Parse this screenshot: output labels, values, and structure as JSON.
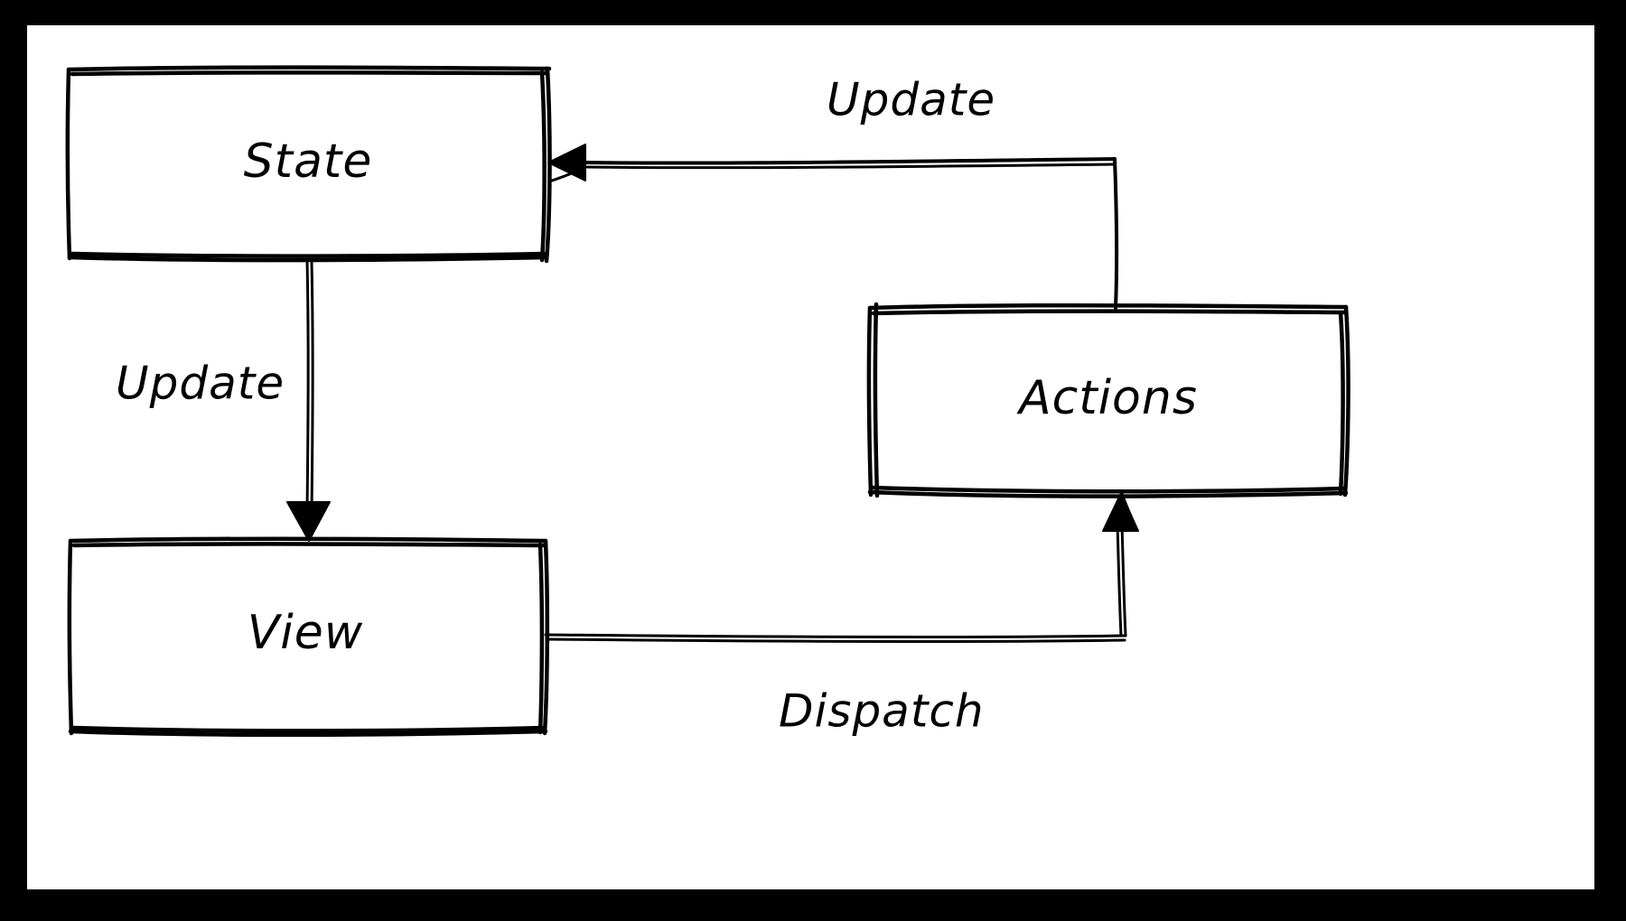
{
  "canvas": {
    "background_color": "#ffffff",
    "frame_color": "#000000",
    "stroke_color": "#000000"
  },
  "diagram": {
    "title": "",
    "style": "hand-drawn sketch flowchart",
    "nodes": [
      {
        "id": "state",
        "label": "State"
      },
      {
        "id": "view",
        "label": "View"
      },
      {
        "id": "actions",
        "label": "Actions"
      }
    ],
    "edges": [
      {
        "id": "state-to-view",
        "label": "Update",
        "from": "State",
        "to": "View"
      },
      {
        "id": "view-to-actions",
        "label": "Dispatch",
        "from": "View",
        "to": "Actions"
      },
      {
        "id": "actions-to-state",
        "label": "Update",
        "from": "Actions",
        "to": "State"
      }
    ]
  }
}
